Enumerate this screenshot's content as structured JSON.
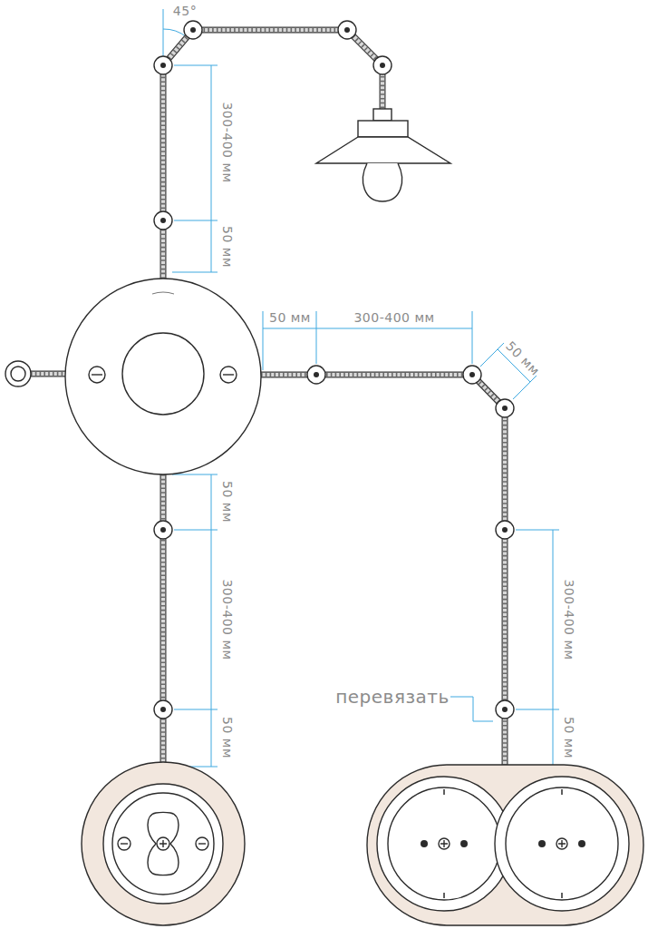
{
  "diagram": {
    "labels": [
      "45°",
      "300-400 мм",
      "50 мм",
      "50 мм",
      "300-400 мм",
      "50 мм",
      "50 мм",
      "300-400 мм",
      "50 мм",
      "300-400 мм",
      "перевязать",
      "50 мм"
    ]
  }
}
